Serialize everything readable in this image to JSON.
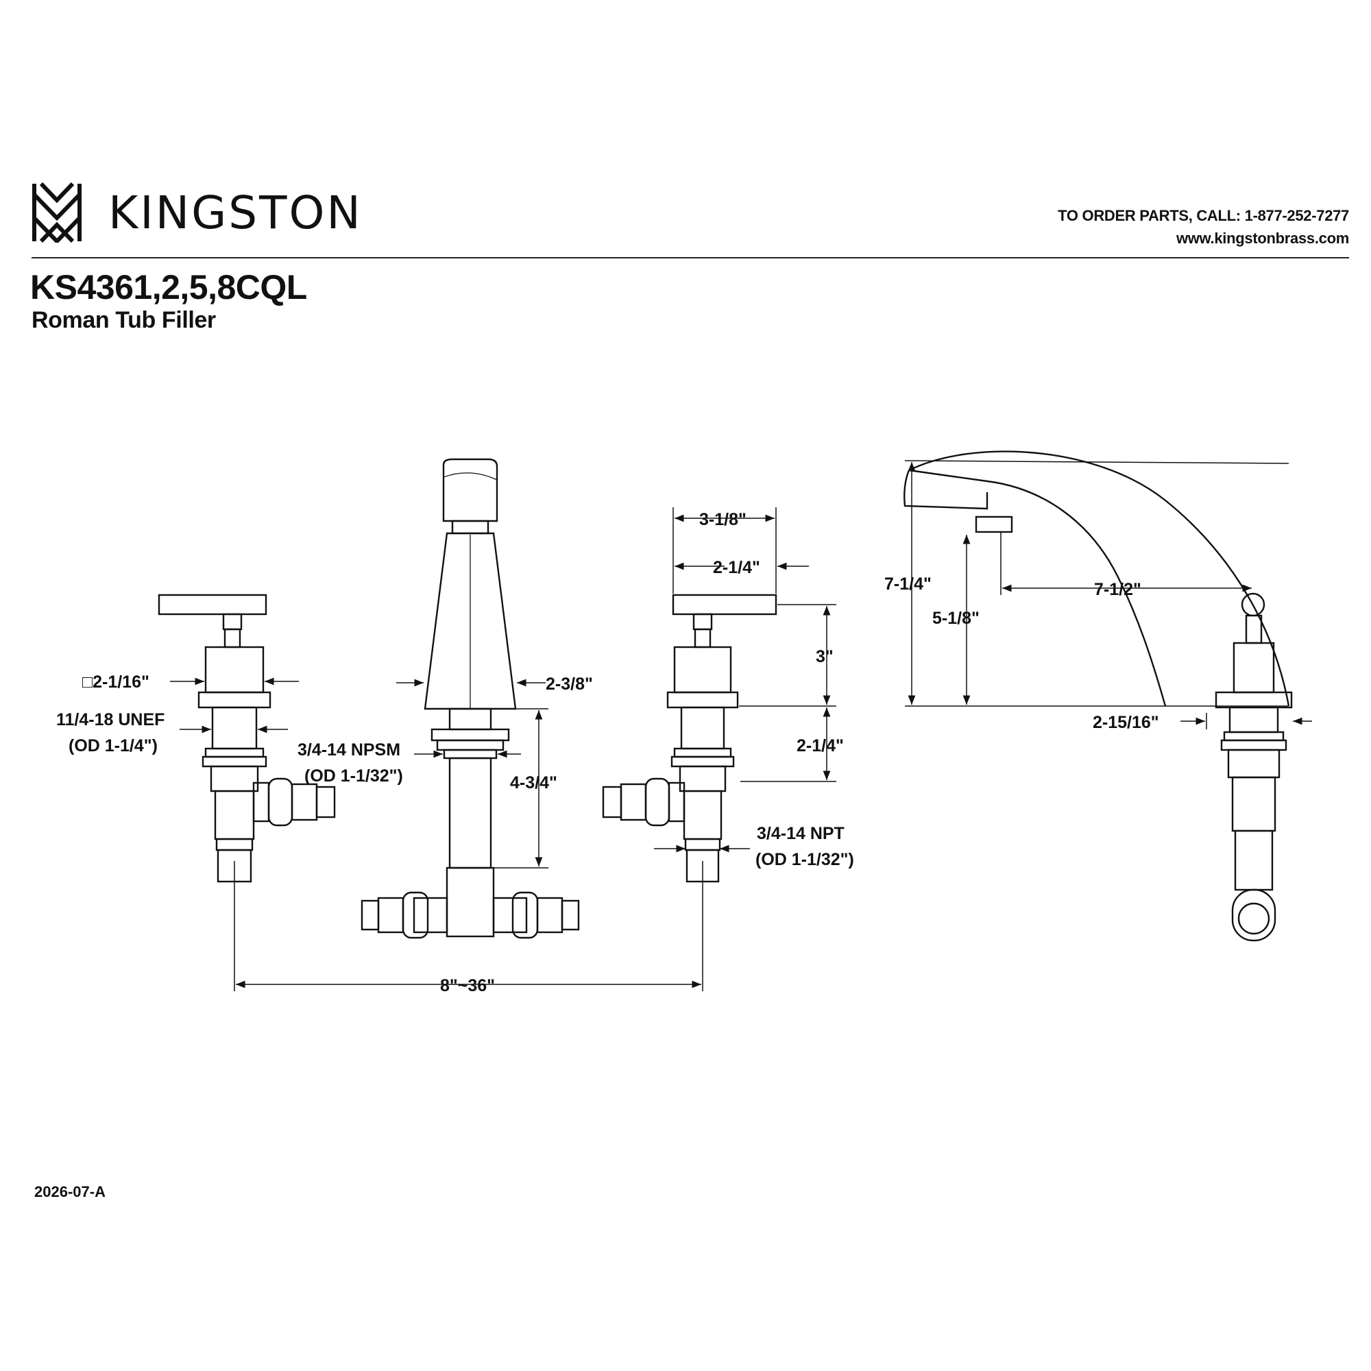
{
  "header": {
    "brand": "KINGSTON",
    "order_line": "TO ORDER PARTS, CALL: 1-877-252-7277",
    "website": "www.kingstonbrass.com"
  },
  "product": {
    "model": "KS4361,2,5,8CQL",
    "name": "Roman Tub Filler"
  },
  "dimensions": {
    "handle_square": "□2-1/16\"",
    "thread_unef": "11/4-18 UNEF",
    "thread_unef_od": "(OD 1-1/4\")",
    "npsm": "3/4-14 NPSM",
    "npsm_od": "(OD 1-1/32\")",
    "spout_width": "2-3/8\"",
    "shank_length": "4-3/4\"",
    "handle_length": "3-1/8\"",
    "handle_offset": "2-1/4\"",
    "handle_height": "3\"",
    "valve_shank": "2-1/4\"",
    "npt": "3/4-14 NPT",
    "npt_od": "(OD 1-1/32\")",
    "spread": "8\"~36\"",
    "total_height": "7-1/4\"",
    "spout_clearance": "5-1/8\"",
    "spout_reach": "7-1/2\"",
    "base_diameter": "2-15/16\""
  },
  "footer": {
    "doc_code": "2026-07-A"
  }
}
